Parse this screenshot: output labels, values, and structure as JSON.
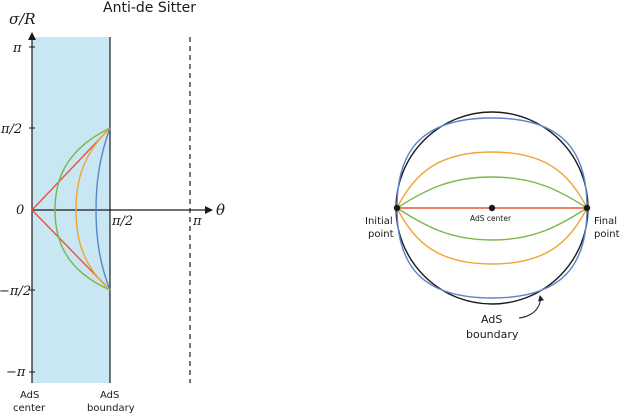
{
  "left_panel": {
    "title": "Anti-de Sitter",
    "y_axis_label": "σ/R",
    "x_axis_label": "θ",
    "y_ticks": [
      "π",
      "π/2",
      "0",
      "−π/2",
      "−π"
    ],
    "x_ticks": [
      "π/2",
      "π"
    ],
    "bottom_labels": {
      "center_line1": "AdS",
      "center_line2": "center",
      "boundary_line1": "AdS",
      "boundary_line2": "boundary"
    }
  },
  "right_panel": {
    "center_label": "AdS center",
    "initial_line1": "Initial",
    "initial_line2": "point",
    "final_line1": "Final",
    "final_line2": "point",
    "boundary_line1": "AdS",
    "boundary_line2": "boundary"
  },
  "colors": {
    "strip_fill": "#c9e6f3",
    "red": "#e8553a",
    "green": "#7ab648",
    "orange": "#f0a534",
    "blue": "#5b86c6",
    "axis": "#1a1a1a"
  }
}
